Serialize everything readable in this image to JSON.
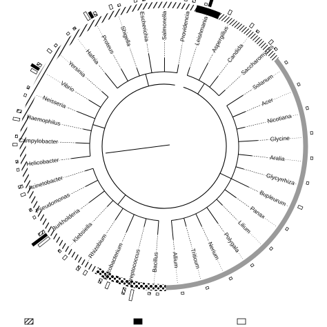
{
  "taxa": [
    {
      "name": "Providencia",
      "group": "bacteria"
    },
    {
      "name": "Salmonella",
      "group": "bacteria"
    },
    {
      "name": "Escherichia",
      "group": "bacteria"
    },
    {
      "name": "Shigella",
      "group": "bacteria"
    },
    {
      "name": "Proteus",
      "group": "bacteria"
    },
    {
      "name": "Hafnia",
      "group": "bacteria"
    },
    {
      "name": "Yersinia",
      "group": "bacteria"
    },
    {
      "name": "Vibrio",
      "group": "bacteria"
    },
    {
      "name": "Neisseria",
      "group": "bacteria"
    },
    {
      "name": "Haemophilus",
      "group": "bacteria"
    },
    {
      "name": "Campylobacter",
      "group": "bacteria"
    },
    {
      "name": "Helicobacter",
      "group": "bacteria"
    },
    {
      "name": "Acinetobacter",
      "group": "bacteria"
    },
    {
      "name": "Pseudomonas",
      "group": "bacteria"
    },
    {
      "name": "Burkholderia",
      "group": "bacteria"
    },
    {
      "name": "Klebsiella",
      "group": "bacteria"
    },
    {
      "name": "Rhizobium",
      "group": "bacteria"
    },
    {
      "name": "Mycobacterium",
      "group": "bacteria2"
    },
    {
      "name": "Streptococcus",
      "group": "bacteria2"
    },
    {
      "name": "Bacillus",
      "group": "bacteria2"
    },
    {
      "name": "Allium",
      "group": "plant"
    },
    {
      "name": "Triticum",
      "group": "plant"
    },
    {
      "name": "Nerium",
      "group": "plant"
    },
    {
      "name": "Polygala",
      "group": "plant"
    },
    {
      "name": "Lilium",
      "group": "plant"
    },
    {
      "name": "Panax",
      "group": "plant"
    },
    {
      "name": "Bupleurum",
      "group": "plant"
    },
    {
      "name": "Glycyrrhiza",
      "group": "plant"
    },
    {
      "name": "Aralia",
      "group": "plant"
    },
    {
      "name": "Glycine",
      "group": "plant"
    },
    {
      "name": "Nicotiana",
      "group": "plant"
    },
    {
      "name": "Acer",
      "group": "plant"
    },
    {
      "name": "Solanum",
      "group": "plant"
    },
    {
      "name": "Saccharomyces",
      "group": "fungi"
    },
    {
      "name": "Candida",
      "group": "fungi"
    },
    {
      "name": "Aspergillus",
      "group": "fungi"
    },
    {
      "name": "Leishmania",
      "group": "protist"
    }
  ],
  "bar_values": {
    "hatched": [
      2,
      3,
      2,
      1,
      2,
      1,
      1,
      2,
      1,
      2,
      1,
      1,
      2,
      1,
      3,
      1,
      2,
      2,
      3,
      1,
      0,
      0,
      0,
      0,
      0,
      0,
      0,
      0,
      0,
      0,
      0,
      0,
      0,
      1,
      1,
      0,
      0
    ],
    "black": [
      0,
      2,
      0,
      0,
      3,
      0,
      0,
      4,
      0,
      0,
      0,
      0,
      0,
      0,
      8,
      0,
      0,
      0,
      0,
      0,
      0,
      0,
      0,
      0,
      0,
      0,
      0,
      0,
      0,
      0,
      0,
      0,
      0,
      0,
      0,
      0,
      6
    ],
    "open": [
      3,
      2,
      2,
      2,
      4,
      1,
      2,
      3,
      1,
      3,
      2,
      1,
      2,
      1,
      6,
      2,
      2,
      3,
      5,
      1,
      1,
      1,
      1,
      1,
      1,
      1,
      2,
      1,
      1,
      1,
      1,
      1,
      1,
      2,
      2,
      2,
      1
    ]
  },
  "group_colors": {
    "bacteria": "#000000",
    "bacteria2": "#000000",
    "plant": "#9a9a9a",
    "fungi": "#000000",
    "protist": "#000000"
  },
  "legend": [
    {
      "pattern": "hatched"
    },
    {
      "pattern": "black"
    },
    {
      "pattern": "open"
    }
  ]
}
